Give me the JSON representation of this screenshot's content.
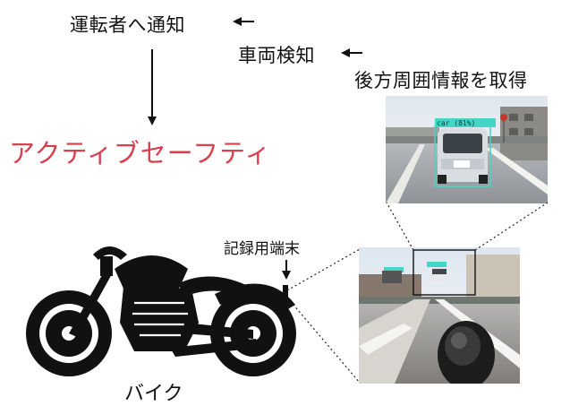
{
  "labels": {
    "notify": "運転者へ通知",
    "detect": "車両検知",
    "acquire": "後方周囲情報を取得",
    "safety": "アクティブセーフティ",
    "terminal": "記録用端末",
    "bike": "バイク"
  },
  "detections": {
    "rear_car": "car (81%)"
  },
  "colors": {
    "safety_text": "#d8404d",
    "detection_box": "#43d6c4"
  },
  "icons": {
    "vehicle": "motorcycle-icon"
  }
}
